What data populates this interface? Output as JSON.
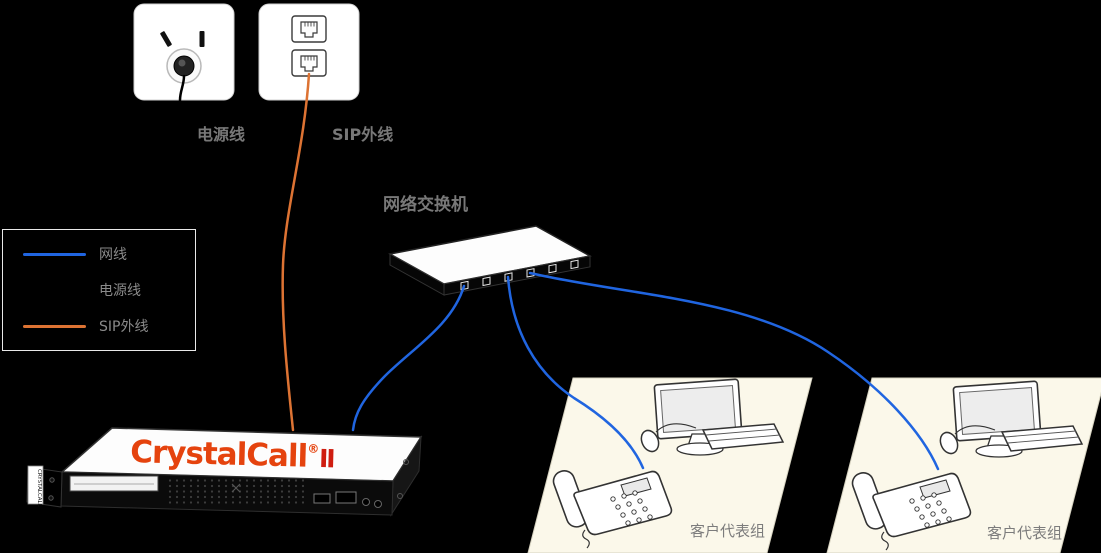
{
  "diagram": {
    "outlets": {
      "power_label": "电源线",
      "sip_label": "SIP外线"
    },
    "switch_label": "网络交换机",
    "legend": {
      "items": [
        {
          "label": "网线",
          "color": "#2065e0"
        },
        {
          "label": "电源线",
          "color": "#000000"
        },
        {
          "label": "SIP外线",
          "color": "#dd7333"
        }
      ]
    },
    "server": {
      "brand": "CrystalCall",
      "reg_mark": "®",
      "model": "Ⅱ",
      "side_label": "CRYSTALCALL"
    },
    "workstations": [
      {
        "label": "客户代表组"
      },
      {
        "label": "客户代表组"
      }
    ],
    "colors": {
      "background": "#000000",
      "network_cable": "#2065e0",
      "power_cable": "#000000",
      "sip_cable": "#dd7333",
      "brand_text": "#e5430e",
      "platform_fill": "#fbf8ea",
      "label_text": "#787878"
    }
  }
}
